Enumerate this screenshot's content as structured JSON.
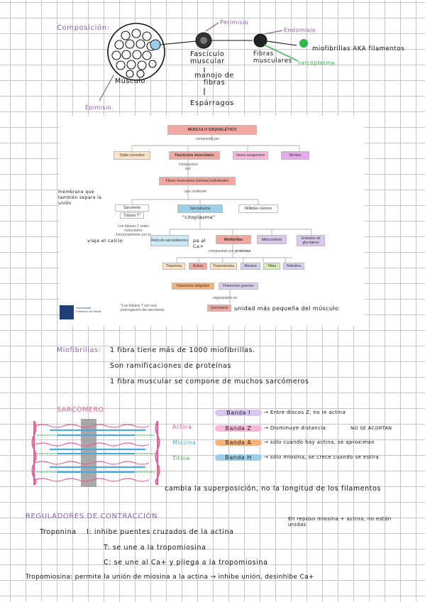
{
  "title": "Composición:",
  "muscle": {
    "label": "Músculo",
    "epimisio": "Epimisio",
    "perimisio": "Perimisio",
    "endomisio": "Endomisio",
    "fasciculo": "Fascículo muscular",
    "manojo": "manojo de fibras",
    "esparragos": "Espárragos",
    "fibras": "Fibras musculares",
    "miofibrillas": "miofibrillas AKA filamentos",
    "sarcoplasma": "sarcoplasma"
  },
  "chart": {
    "root": "MÚSCULO ESQUELÉTICO",
    "compuesto_por": "compuesto por",
    "level1": [
      "Tejido conectivo",
      "Fascículos musculares",
      "Vasos sanguíneos",
      "Nervios"
    ],
    "compuestos_por": "compuestos por",
    "fibras": "Fibras musculares (células) individuales",
    "que_contienen": "que contienen",
    "level2": [
      "Sarcolema",
      "Sarcoplasma",
      "Múltiples núcleos"
    ],
    "tubulos": "Túbulos T*",
    "tubulos_note": "Los túbulos T están conectados funcionalmente con el",
    "level3": [
      "Retículo sarcoplásmico",
      "Miofibrillas",
      "Mitocondrias",
      "Gránulos de glucógeno"
    ],
    "compuestas_por": "compuestas por",
    "proteinas": "proteínas",
    "proteins": [
      "Troponina",
      "Actina",
      "Tropomiosina",
      "Miosina",
      "Titina",
      "Nebulina"
    ],
    "filamentos": [
      "Filamentos delgados",
      "Filamentos gruesos"
    ],
    "organizados": "organizados en",
    "sarcomero": "Sarcómero",
    "footnote": "*Los túbulos T son una prolongación del sarcolema.",
    "logo_text": "Universidad Francisco de Vitoria"
  },
  "annotations": {
    "membrana": "membrana que también separa la unión",
    "viaja": "viaja el calcio",
    "ca": "pa al Ca+",
    "citoplasma": "\"citoplasma\"",
    "unidad": "unidad más pequeña del músculo"
  },
  "miofibrillas": {
    "label": "Miofibrillas:",
    "line1": "1 fibra tiene más de 1000 miofibrillas.",
    "line2": "Son ramificaciones de proteínas",
    "line3": "1 fibra muscular se compone de muchos sarcómeros"
  },
  "sarcomero": {
    "title": "SARCÓMERO",
    "actina": "Actina",
    "miosina": "Miosina",
    "titina": "Titina",
    "bands": [
      {
        "label": "Banda I",
        "note": "Entre discos Z, no le actina"
      },
      {
        "label": "Banda Z",
        "note": "Disminuye distancia"
      },
      {
        "label": "Banda A",
        "note": "sólo cuando hay actina, se aproximan"
      },
      {
        "label": "Banda H",
        "note": "sólo miosina, se crece cuando se estira"
      }
    ],
    "no_acortan": "NO SE ACORTAN",
    "summary": "cambia la superposición, no la longitud de los filamentos"
  },
  "reguladores": {
    "title": "REGULADORES DE CONTRACCIÓN",
    "reposo": "En reposo miosina + actina, no están unidas",
    "troponina": "Troponina",
    "ti": "I: inhibe puentes cruzados de la actina",
    "tt": "T: se une a la tropomiosina",
    "tc": "C: se une al Ca+ y pliega a la tropomiosina",
    "tropomiosina": "Tropomiosina: permite la unión de miosina a la actina → inhibe unión, desinhibe Ca+"
  },
  "colors": {
    "purple": "#8a5fb0",
    "green": "#2db84a",
    "pink": "#e85f98",
    "blue": "#4fa8d8",
    "orange": "#f6b47a"
  }
}
